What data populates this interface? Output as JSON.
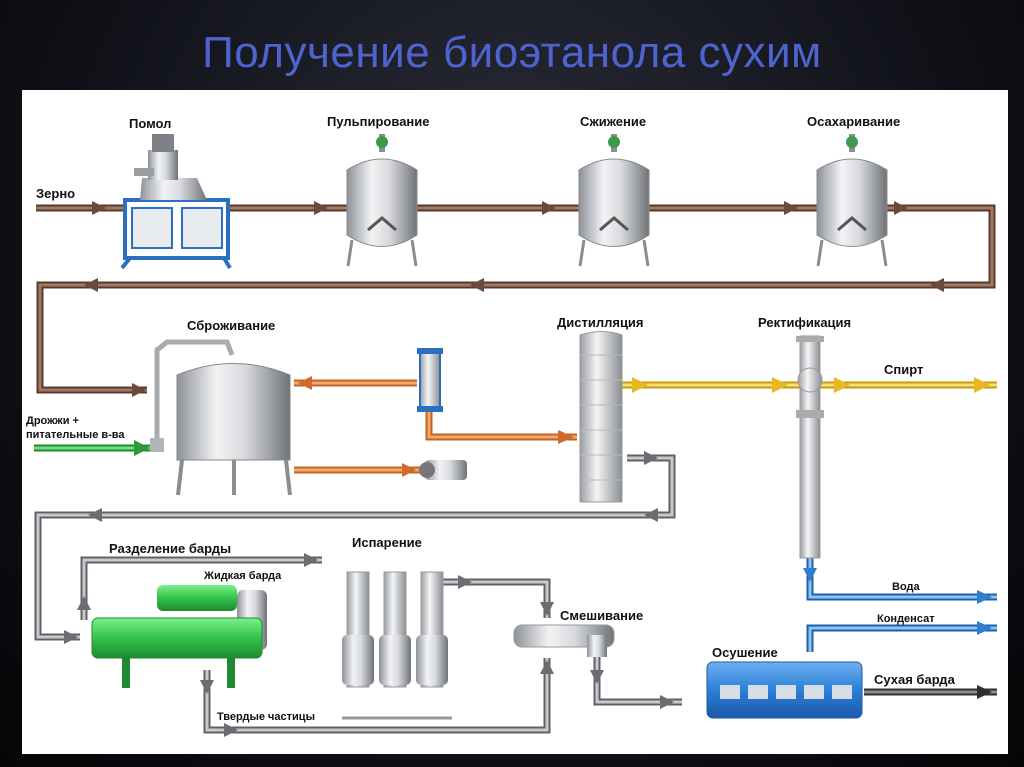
{
  "title": "Получение биоэтанола сухим",
  "stages": {
    "milling": "Помол",
    "pulping": "Пульпирование",
    "liquefaction": "Сжижение",
    "saccharification": "Осахаривание",
    "fermentation": "Сброживание",
    "distillation": "Дистилляция",
    "rectification": "Ректификация",
    "stillage_separation": "Разделение барды",
    "evaporation": "Испарение",
    "mixing": "Смешивание",
    "drying": "Осушение"
  },
  "streams": {
    "grain": "Зерно",
    "yeast_line1": "Дрожжи +",
    "yeast_line2": "питательные в-ва",
    "alcohol": "Спирт",
    "water": "Вода",
    "condensate": "Конденсат",
    "liquid_stillage": "Жидкая барда",
    "solids": "Твердые частицы",
    "dry_stillage": "Сухая барда"
  },
  "colors": {
    "title": "#4f63cf",
    "pipe_brown": "#6b4a3a",
    "pipe_orange": "#e0843a",
    "pipe_yellow": "#f0c430",
    "pipe_green": "#3aa64a",
    "pipe_gray": "#8a8d92",
    "pipe_blue": "#2f7fd0",
    "mill_frame": "#2a6fc0",
    "centrifuge": "#3fcf55",
    "dryer": "#2c7fd8"
  }
}
